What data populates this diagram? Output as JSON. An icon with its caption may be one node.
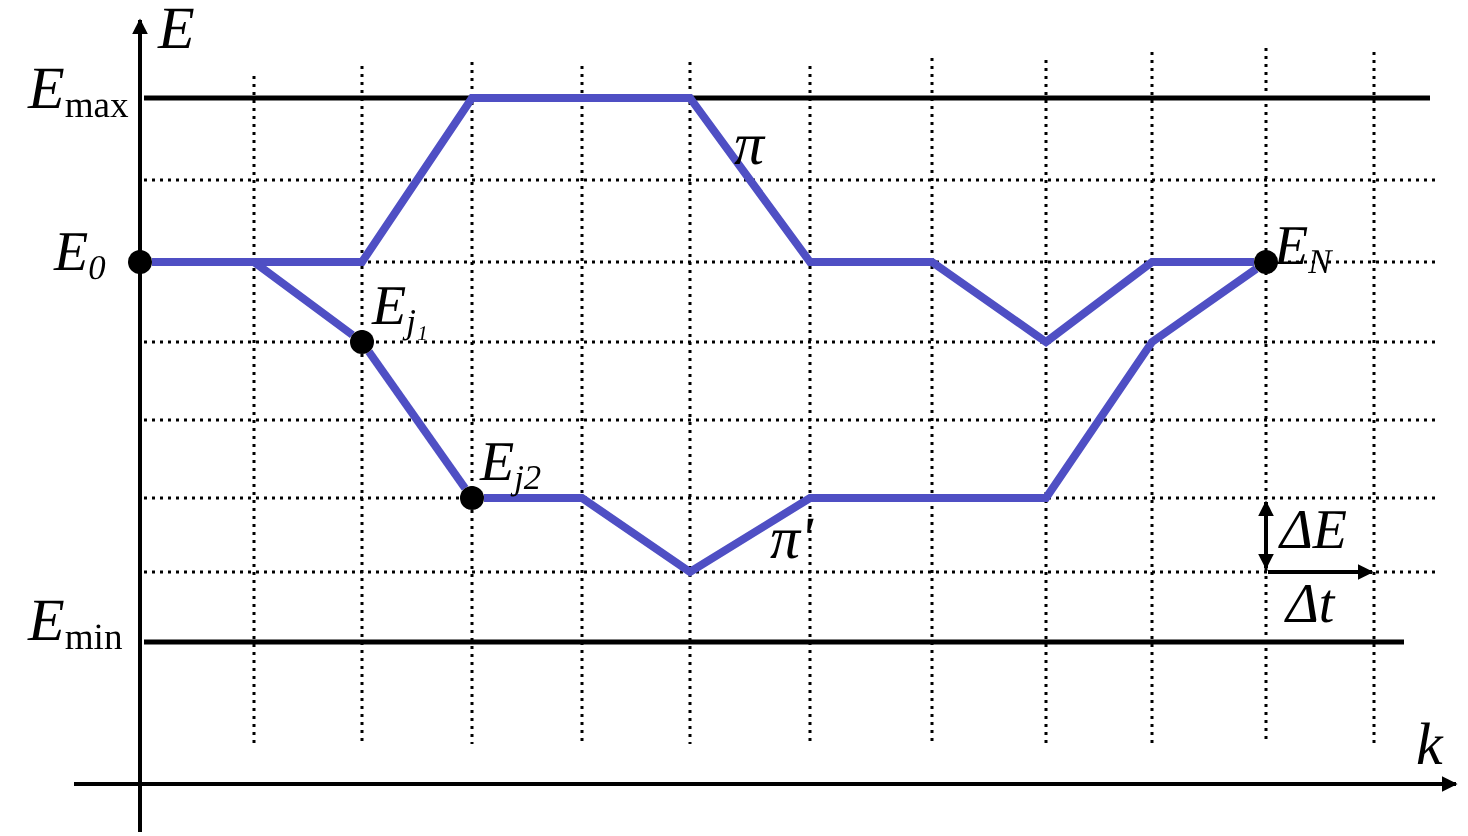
{
  "diagram": {
    "nodes": [
      {
        "text": [],
        "shape": "circle",
        "beside": [
          "E$_{0}$"
        ]
      },
      {
        "text": [],
        "shape": "circle",
        "beside": [
          "E$_{j₁}$"
        ]
      },
      {
        "text": [],
        "shape": "circle",
        "beside": [
          "E$_{j2}$"
        ]
      },
      {
        "text": [],
        "shape": "circle",
        "beside": [
          "E$_{N}$"
        ]
      }
    ],
    "edges": [
      {
        "from": 0,
        "to": 3,
        "arrow": "none",
        "label": "π"
      },
      {
        "from": 0,
        "to": 1,
        "arrow": "none"
      },
      {
        "from": 1,
        "to": 2,
        "arrow": "none"
      },
      {
        "from": 2,
        "to": 3,
        "arrow": "none",
        "label": "π'"
      }
    ],
    "labels": [
      "E",
      "k",
      "E$_{max}$",
      "E$_{min}$",
      "ΔE",
      "Δt"
    ]
  }
}
